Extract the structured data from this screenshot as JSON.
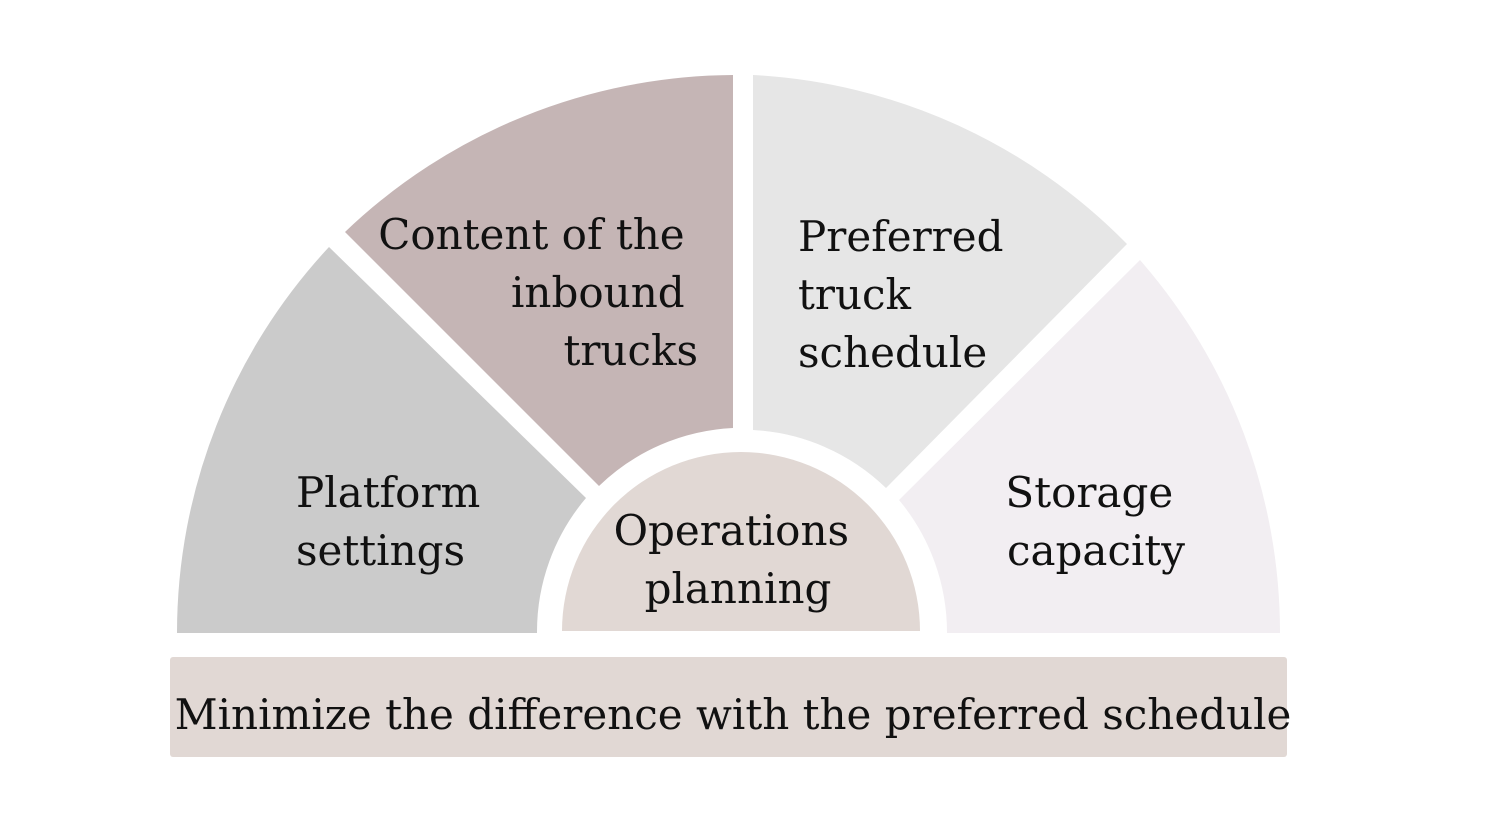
{
  "segments": {
    "platform_settings": {
      "lines": [
        "Platform",
        "settings"
      ],
      "color": "#cbcbcb"
    },
    "inbound_trucks": {
      "lines": [
        "Content of the",
        "inbound",
        "trucks"
      ],
      "color": "#c5b5b5"
    },
    "preferred_schedule": {
      "lines": [
        "Preferred",
        "truck",
        "schedule"
      ],
      "color": "#e6e6e6"
    },
    "storage_capacity": {
      "lines": [
        "Storage",
        "capacity"
      ],
      "color": "#f2eef2"
    }
  },
  "center": {
    "lines": [
      "Operations",
      "planning"
    ],
    "color": "#e1d8d4"
  },
  "goal": {
    "text": "Minimize the difference with the preferred schedule",
    "color": "#e1d8d4"
  }
}
